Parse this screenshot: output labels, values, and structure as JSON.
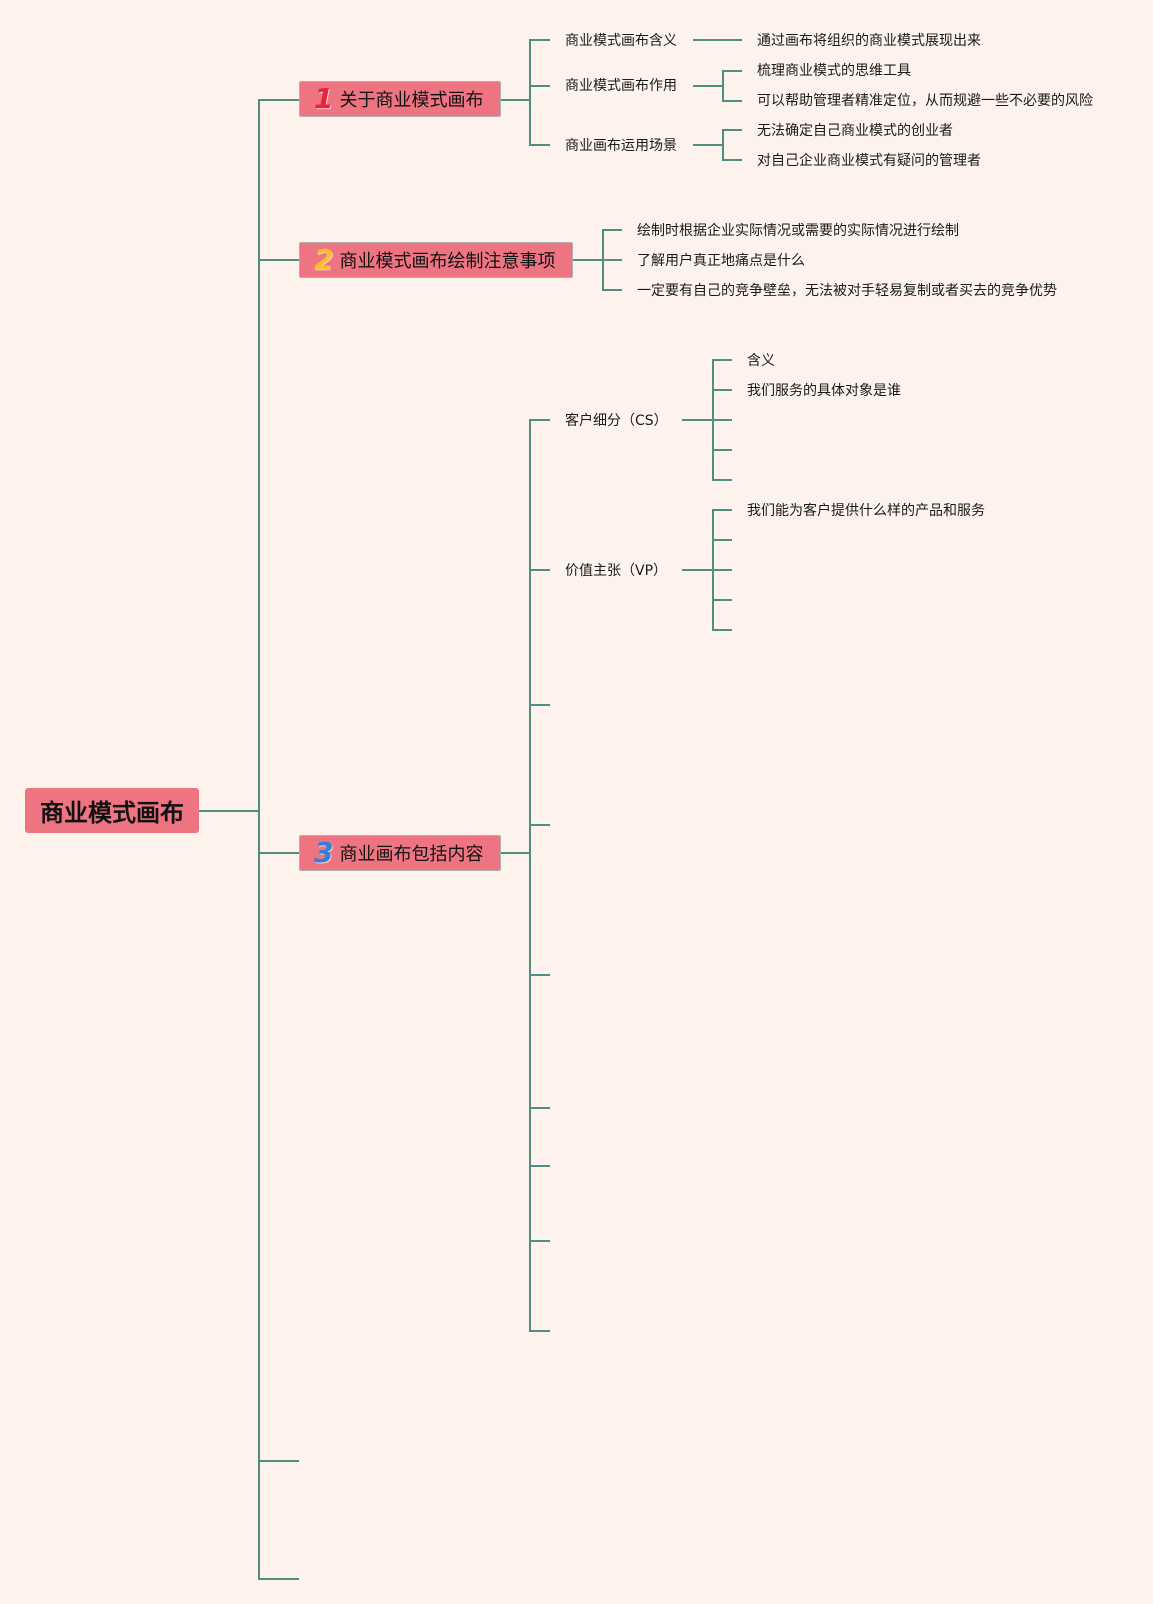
{
  "root": {
    "label": "商业模式画布"
  },
  "topics": [
    {
      "number": "1",
      "number_color": "#e3243b",
      "label": "关于商业模式画布",
      "children": [
        {
          "label": "商业模式画布含义",
          "children": [
            "通过画布将组织的商业模式展现出来"
          ]
        },
        {
          "label": "商业模式画布作用",
          "children": [
            "梳理商业模式的思维工具",
            "可以帮助管理者精准定位，从而规避一些不必要的风险"
          ]
        },
        {
          "label": "商业画布运用场景",
          "children": [
            "无法确定自己商业模式的创业者",
            "对自己企业商业模式有疑问的管理者"
          ]
        }
      ]
    },
    {
      "number": "2",
      "number_color": "#f5c02c",
      "label": "商业模式画布绘制注意事项",
      "children": [
        "绘制时根据企业实际情况或需要的实际情况进行绘制",
        "了解用户真正地痛点是什么",
        "一定要有自己的竞争壁垒，无法被对手轻易复制或者买去的竞争优势"
      ]
    },
    {
      "number": "3",
      "number_color": "#2f7fdb",
      "label": "商业画布包括内容",
      "children": [
        {
          "label": "客户细分（CS）",
          "children": [
            "含义",
            "我们服务的具体对象是谁"
          ]
        },
        {
          "label": "价值主张（VP）",
          "children": [
            "我们能为客户提供什么样的产品和服务"
          ]
        }
      ]
    }
  ],
  "colors": {
    "background": "#fdf3ec",
    "node_fill": "#ef7482",
    "connector": "#4f8f82"
  }
}
